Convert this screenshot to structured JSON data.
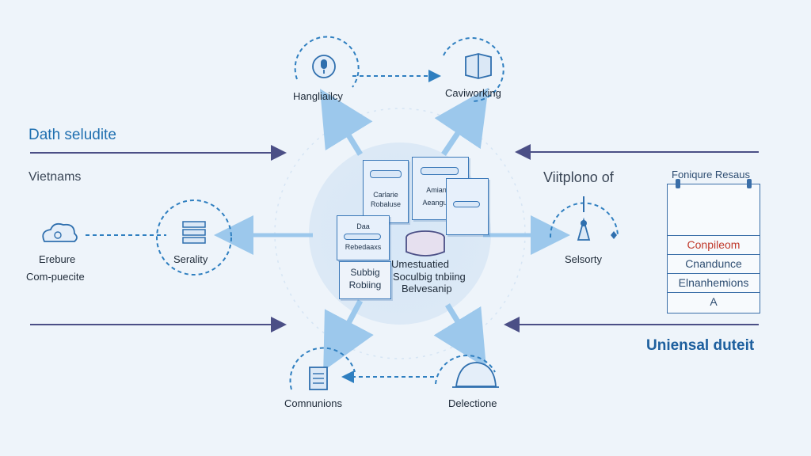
{
  "left": {
    "heading": "Dath seludite",
    "subheading": "Vietnams",
    "node_label": [
      "Erebure",
      "Com-puecite"
    ]
  },
  "right": {
    "heading": "Viitplono of",
    "footer_heading": "Uniensal duteit",
    "panel": {
      "title": "Foniqure Resaus",
      "rows": [
        "Conpileom",
        "Cnandunce",
        "Elnanhemions",
        "A"
      ]
    }
  },
  "nodes": {
    "top_left": "Hangliailcy",
    "top_right": "Caviworking",
    "middle_left": "Serality",
    "middle_right": "Selsorty",
    "bottom_left": "Comnunions",
    "bottom_right": "Delectione"
  },
  "center": {
    "card1": [
      "Carlarie",
      "Robaluse"
    ],
    "card2": [
      "Amiande",
      "Aeangulaie"
    ],
    "card3": [
      "Daa",
      "Rebedaaxs"
    ],
    "card4": [
      "Subbig",
      "Robiing"
    ],
    "caption": [
      "Umestuatied",
      "Soculbig tnbiing",
      "Belvesanip"
    ]
  },
  "colors": {
    "background": "#eef4fa",
    "accent_blue": "#1f6fb0",
    "arrow_purple": "#4b4f86",
    "dashed_blue": "#2f7fc0",
    "light_arrow": "#9cc8ec"
  }
}
